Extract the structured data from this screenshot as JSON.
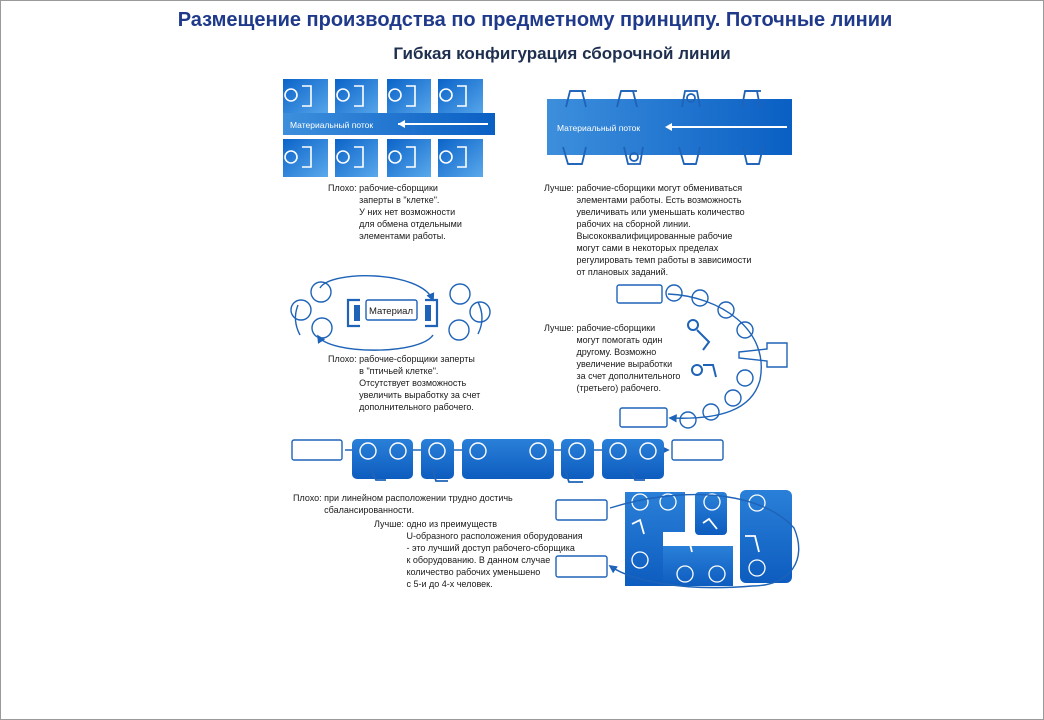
{
  "slide": {
    "title": "Размещение производства по предметному принципу. Поточные линии",
    "subtitle": "Гибкая конфигурация сборочной линии"
  },
  "diagram": {
    "flow_label": "Материальный поток",
    "material_label": "Материал",
    "captions": [
      {
        "label": "Плохо:",
        "text": "рабочие-сборщики\nзаперты в \"клетке\".\nУ них нет возможности\nдля обмена отдельными\nэлементами работы."
      },
      {
        "label": "Лучше:",
        "text": "рабочие-сборщики могут обмениваться\nэлементами работы. Есть возможность\nувеличивать или уменьшать количество\nрабочих на сборной линии.\nВысококвалифицированные рабочие\nмогут сами в некоторых пределах\nрегулировать темп работы в зависимости\nот плановых заданий."
      },
      {
        "label": "Плохо:",
        "text": "рабочие-сборщики заперты\nв \"птичьей клетке\".\nОтсутствует возможность\nувеличить выработку за счет\nдополнительного рабочего."
      },
      {
        "label": "Лучше:",
        "text": "рабочие-сборщики\nмогут помогать один\nдругому. Возможно\nувеличение выработки\nза счет дополнительного\n(третьего) рабочего."
      },
      {
        "label": "Плохо:",
        "text": "при линейном расположении трудно достичь\nсбалансированности."
      },
      {
        "label": "Лучше:",
        "text": "одно из преимуществ\nU-образного расположения оборудования\n- это лучший доступ рабочего-сборщика\nк оборудованию. В данном случае\nколичество рабочих уменьшено\nс 5-и до 4-х человек."
      }
    ]
  }
}
